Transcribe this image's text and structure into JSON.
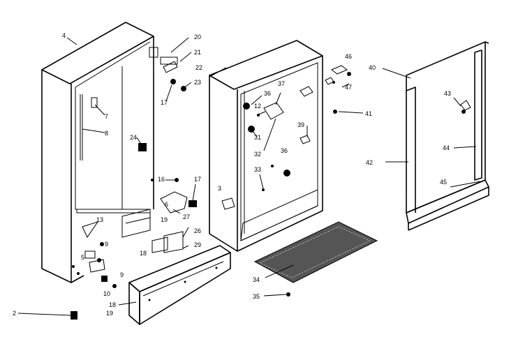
{
  "labels": {
    "l2": "2",
    "l3": "3",
    "l4": "4",
    "l5": "5",
    "l6": "6",
    "l7": "7",
    "l8": "8",
    "l9a": "9",
    "l9b": "9",
    "l10": "10",
    "l12": "12",
    "l13": "13",
    "l16": "16",
    "l17a": "17",
    "l17b": "17",
    "l18a": "18",
    "l18b": "18",
    "l19a": "19",
    "l19b": "19",
    "l20": "20",
    "l21": "21",
    "l22": "22",
    "l23": "23",
    "l24": "24",
    "l26": "26",
    "l27": "27",
    "l29": "29",
    "l31": "31",
    "l32": "32",
    "l33": "33",
    "l34": "34",
    "l35": "35",
    "l36a": "36",
    "l36b": "36",
    "l37": "37",
    "l39": "39",
    "l40": "40",
    "l41": "41",
    "l42": "42",
    "l43": "43",
    "l44": "44",
    "l45": "45",
    "l46": "46",
    "l47": "47"
  }
}
